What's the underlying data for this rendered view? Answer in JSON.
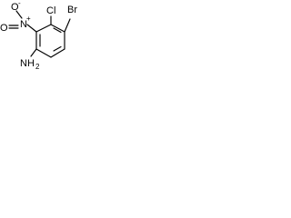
{
  "molecule": {
    "labels": {
      "bromine": "Br",
      "chlorine": "Cl",
      "nitro_n": "N",
      "nitro_plus": "+",
      "nitro_o_single": "O",
      "nitro_o_minus": "-",
      "nitro_o_double": "O",
      "amine": "NH",
      "amine_subscript": "2"
    },
    "colors": {
      "background": "#ffffff",
      "ink": "#000000"
    }
  }
}
